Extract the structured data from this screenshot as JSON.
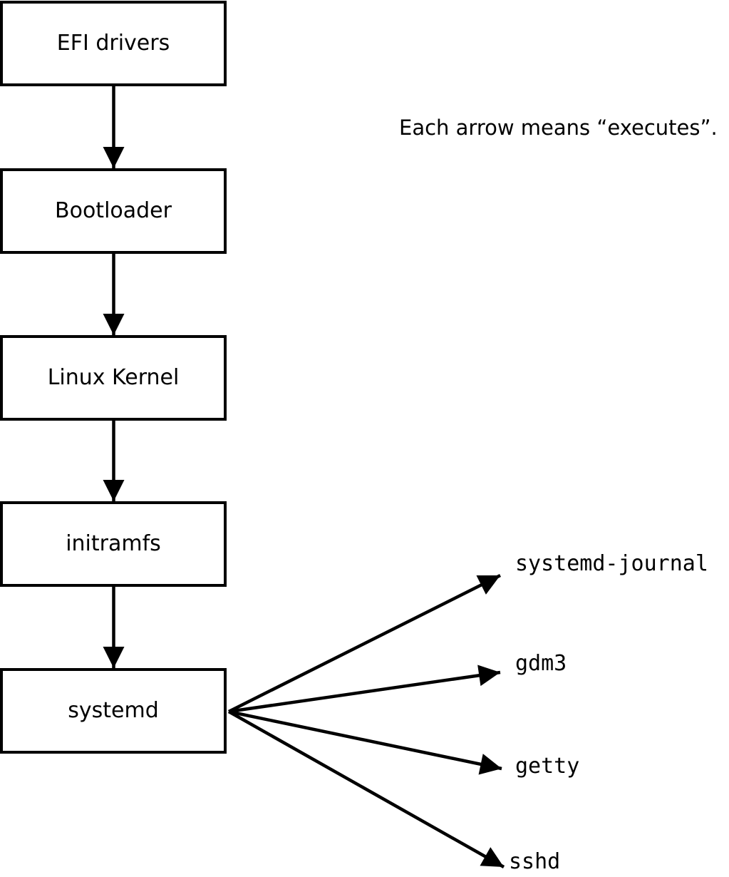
{
  "diagram": {
    "caption": "Each arrow means “executes”.",
    "flow_boxes": [
      {
        "label": "EFI drivers"
      },
      {
        "label": "Bootloader"
      },
      {
        "label": "Linux Kernel"
      },
      {
        "label": "initramfs"
      },
      {
        "label": "systemd"
      }
    ],
    "spawned_processes": [
      {
        "label": "systemd-journal"
      },
      {
        "label": "gdm3"
      },
      {
        "label": "getty"
      },
      {
        "label": "sshd"
      }
    ],
    "colors": {
      "line": "#000000",
      "box_fill": "#ffffff",
      "text": "#000000",
      "background": "#ffffff"
    }
  }
}
